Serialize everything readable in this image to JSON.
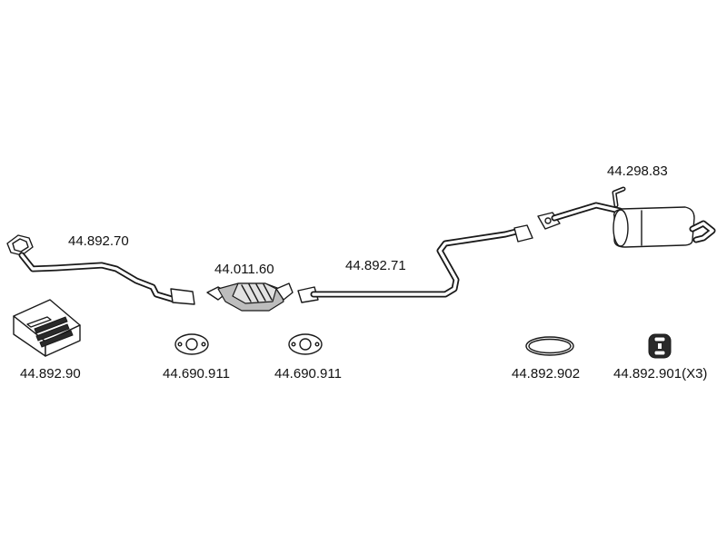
{
  "parts": [
    {
      "key": "front_pipe",
      "part_no": "44.892.70"
    },
    {
      "key": "catalytic_converter",
      "part_no": "44.011.60"
    },
    {
      "key": "intermediate_pipe",
      "part_no": "44.892.71"
    },
    {
      "key": "rear_silencer",
      "part_no": "44.298.83"
    },
    {
      "key": "mounting_kit",
      "part_no": "44.892.90"
    },
    {
      "key": "gasket_left",
      "part_no": "44.690.911"
    },
    {
      "key": "gasket_right",
      "part_no": "44.690.911"
    },
    {
      "key": "ring_gasket",
      "part_no": "44.892.902"
    },
    {
      "key": "rubber_hanger",
      "part_no": "44.892.901(X3)"
    }
  ],
  "colors": {
    "line": "#1a1a1a",
    "background": "#ffffff"
  }
}
